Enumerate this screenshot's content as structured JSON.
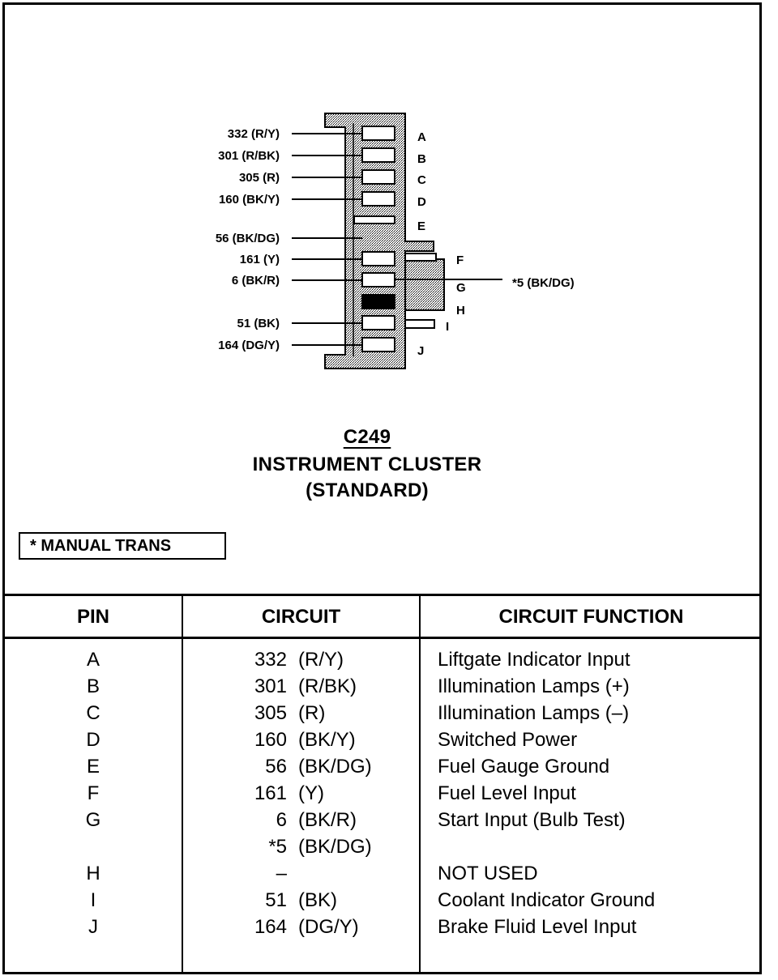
{
  "connector": {
    "id": "C249",
    "name": "INSTRUMENT CLUSTER",
    "variant": "(STANDARD)",
    "wire_labels": [
      {
        "pin": "A",
        "label": "332 (R/Y)"
      },
      {
        "pin": "B",
        "label": "301 (R/BK)"
      },
      {
        "pin": "C",
        "label": "305 (R)"
      },
      {
        "pin": "D",
        "label": "160 (BK/Y)"
      },
      {
        "pin": "E",
        "label": "56 (BK/DG)"
      },
      {
        "pin": "F",
        "label": "161 (Y)"
      },
      {
        "pin": "G",
        "label": "6 (BK/R)"
      },
      {
        "pin": "H",
        "label": ""
      },
      {
        "pin": "I",
        "label": "51 (BK)"
      },
      {
        "pin": "J",
        "label": "164 (DG/Y)"
      }
    ],
    "right_wire_label": "*5 (BK/DG)"
  },
  "note": "* MANUAL TRANS",
  "table": {
    "headers": [
      "PIN",
      "CIRCUIT",
      "CIRCUIT FUNCTION"
    ],
    "rows": [
      {
        "pin": "A",
        "num": "332",
        "color": "(R/Y)",
        "function": "Liftgate Indicator Input"
      },
      {
        "pin": "B",
        "num": "301",
        "color": "(R/BK)",
        "function": "Illumination Lamps (+)"
      },
      {
        "pin": "C",
        "num": "305",
        "color": "(R)",
        "function": "Illumination Lamps (–)"
      },
      {
        "pin": "D",
        "num": "160",
        "color": "(BK/Y)",
        "function": "Switched Power"
      },
      {
        "pin": "E",
        "num": "56",
        "color": "(BK/DG)",
        "function": "Fuel Gauge Ground"
      },
      {
        "pin": "F",
        "num": "161",
        "color": "(Y)",
        "function": "Fuel Level Input"
      },
      {
        "pin": "G",
        "num": "6",
        "color": "(BK/R)",
        "function": "Start Input (Bulb Test)"
      },
      {
        "pin": "",
        "num": "*5",
        "color": "(BK/DG)",
        "function": ""
      },
      {
        "pin": "H",
        "num": "–",
        "color": "",
        "function": "NOT USED"
      },
      {
        "pin": "I",
        "num": "51",
        "color": "(BK)",
        "function": "Coolant Indicator Ground"
      },
      {
        "pin": "J",
        "num": "164",
        "color": "(DG/Y)",
        "function": "Brake Fluid Level Input"
      }
    ]
  }
}
